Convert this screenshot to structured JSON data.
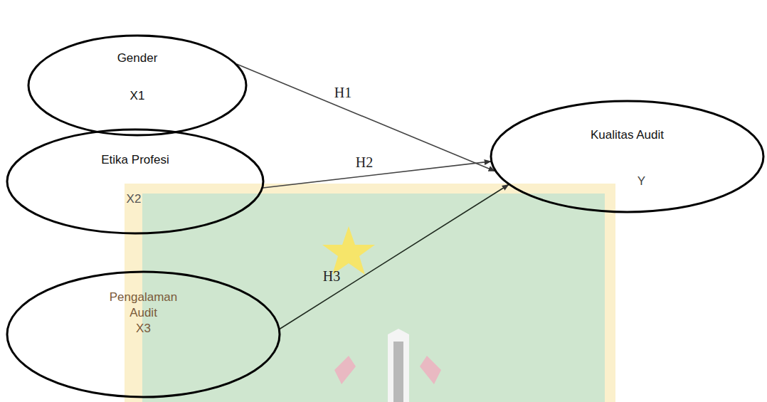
{
  "diagram": {
    "nodes": [
      {
        "text": [
          "Gender",
          "X1"
        ]
      },
      {
        "text": [
          "Etika Profesi",
          "X2"
        ]
      },
      {
        "text": [
          "Pengalaman Audit",
          "X3"
        ]
      },
      {
        "text": [
          "Kualitas Audit",
          "Y"
        ]
      }
    ],
    "edges": [
      {
        "from": 0,
        "to": 3,
        "arrow": "to",
        "label": "H1"
      },
      {
        "from": 1,
        "to": 3,
        "arrow": "to",
        "label": "H2"
      },
      {
        "from": 2,
        "to": 3,
        "arrow": "to",
        "label": "H3"
      }
    ]
  }
}
